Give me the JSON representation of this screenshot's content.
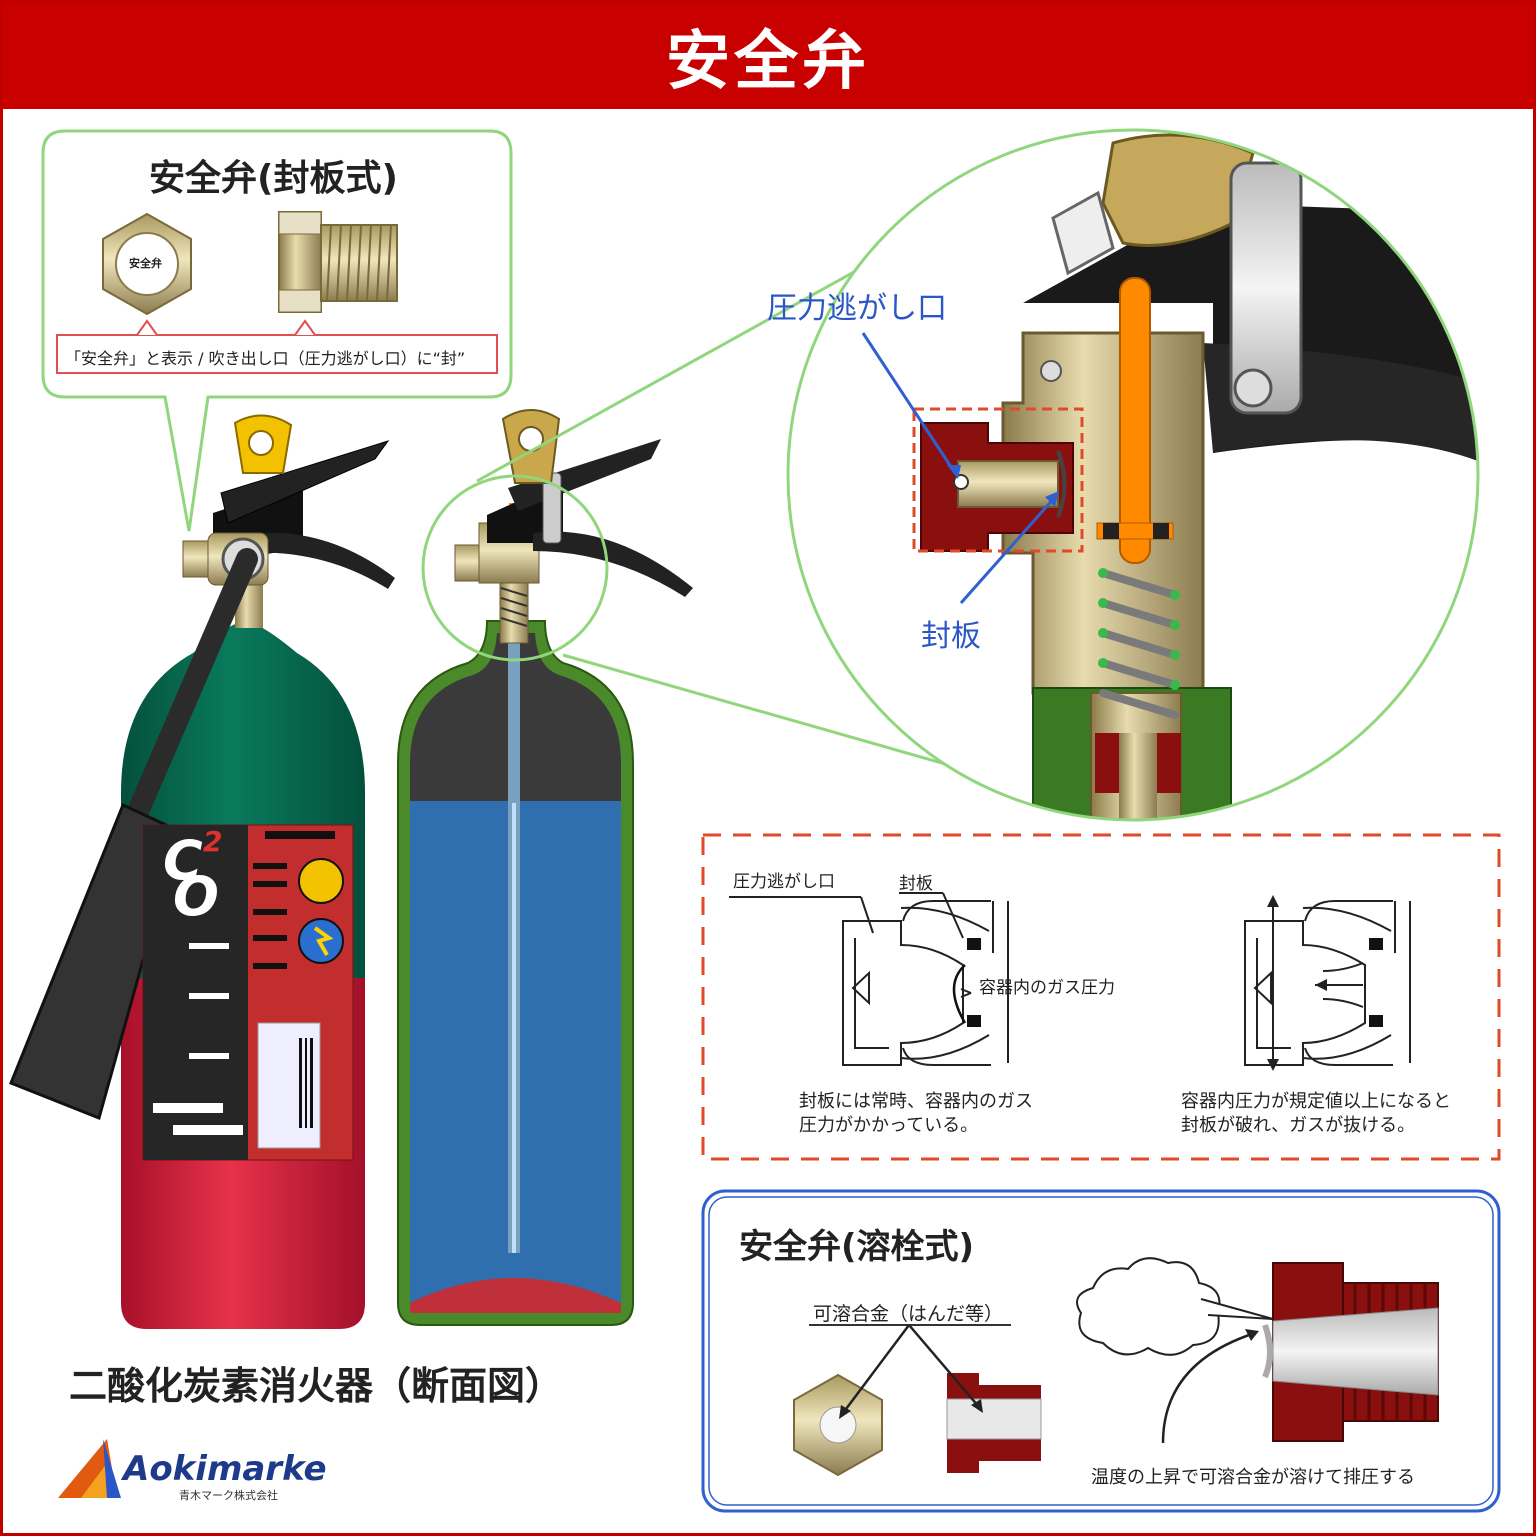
{
  "header": {
    "title": "安全弁"
  },
  "seal_plate": {
    "title": "安全弁(封板式)",
    "nut_mark": "安全弁",
    "caption": "「安全弁」と表示 / 吹き出し口（圧力逃がし口）に“封”"
  },
  "zoom": {
    "pressure_outlet_label": "圧力逃がし口",
    "seal_plate_label": "封板"
  },
  "mechanism": {
    "outlet_label": "圧力逃がし口",
    "plate_label": "封板",
    "gas_pressure_label": "容器内のガス圧力",
    "normal_caption_1": "封板には常時、容器内のガス",
    "normal_caption_2": "圧力がかかっている。",
    "burst_caption_1": "容器内圧力が規定値以上になると",
    "burst_caption_2": "封板が破れ、ガスが抜ける。"
  },
  "fusible": {
    "title": "安全弁(溶栓式)",
    "alloy_label": "可溶合金（はんだ等）",
    "caption": "温度の上昇で可溶合金が溶けて排圧する"
  },
  "extinguisher": {
    "caption": "二酸化炭素消火器（断面図）",
    "label_c": "C",
    "label_2": "2",
    "label_o": "O"
  },
  "brand": {
    "name": "Aokimarke",
    "sub": "青木マーク株式会社"
  },
  "colors": {
    "header_red": "#c80000",
    "callout_green": "#7dd36a",
    "fusible_blue": "#2f5fd0",
    "dash_red": "#e04a2a"
  }
}
